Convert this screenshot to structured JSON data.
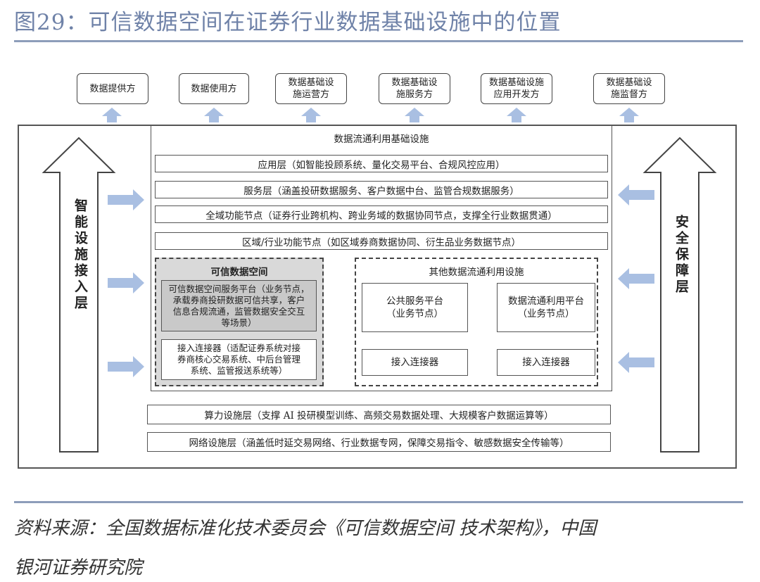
{
  "title": "图29：可信数据空间在证券行业数据基础设施中的位置",
  "stakeholders": [
    {
      "label": "数据提供方"
    },
    {
      "label": "数据使用方"
    },
    {
      "label": "数据基础设\n施运营方"
    },
    {
      "label": "数据基础设\n施服务方"
    },
    {
      "label": "数据基础设施\n应用开发方"
    },
    {
      "label": "数据基础设\n施监督方"
    }
  ],
  "left_column": "智能设施接入层",
  "right_column": "安全保障层",
  "infra_title": "数据流通利用基础设施",
  "layers": {
    "app": "应用层（如智能投顾系统、量化交易平台、合规风控应用）",
    "service": "服务层（涵盖投研数据服务、客户数据中台、监管合规数据服务）",
    "global": "全域功能节点（证券行业跨机构、跨业务域的数据协同节点，支撑全行业数据贯通）",
    "regional": "区域/行业功能节点（如区域券商数据协同、衍生品业务数据节点）"
  },
  "trusted_space": {
    "title": "可信数据空间",
    "service_platform": "可信数据空间服务平台（业务节点，\n承载券商投研数据可信共享，客户\n信息合规流通，监管数据安全交互\n等场景）",
    "connector": "接入连接器（适配证券系统对接\n券商核心交易系统、中后台管理\n系统、监管报送系统等）"
  },
  "other_infra": {
    "title": "其他数据流通利用设施",
    "public_platform": "公共服务平台\n（业务节点）",
    "circulation_platform": "数据流通利用平台\n（业务节点）",
    "connector_left": "接入连接器",
    "connector_right": "接入连接器"
  },
  "bottom_layers": {
    "compute": "算力设施层（支撑 AI 投研模型训练、高频交易数据处理、大规模客户数据运算等）",
    "network": "网络设施层（涵盖低时延交易网络、行业数据专网，保障交易指令、敏感数据安全传输等）"
  },
  "source_line1": "资料来源：全国数据标准化技术委员会《可信数据空间 技术架构》，中国",
  "source_line2": "银河证券研究院"
}
